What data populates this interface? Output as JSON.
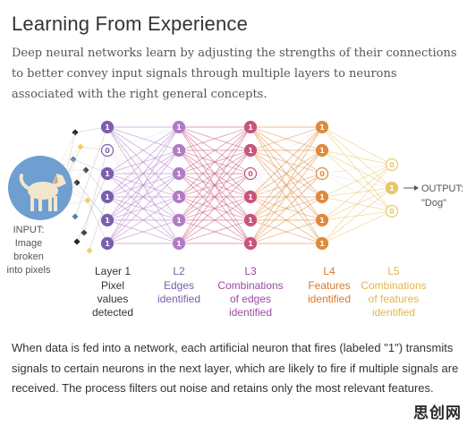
{
  "title": "Learning From Experience",
  "intro": "Deep neural networks learn by adjusting the strengths of their connections to better convey input signals through multiple layers to neurons associated with the right general concepts.",
  "input_label": [
    "INPUT:",
    "Image",
    "broken",
    "into pixels"
  ],
  "output_label": [
    "OUTPUT:",
    "\"Dog\""
  ],
  "layers": [
    {
      "name": "Layer 1",
      "desc": [
        "Pixel",
        "values",
        "detected"
      ],
      "color": "#7b5fae",
      "label_color": "#333333",
      "states": [
        "1",
        "0",
        "1",
        "1",
        "1",
        "1"
      ]
    },
    {
      "name": "L2",
      "desc": [
        "Edges",
        "identified"
      ],
      "color": "#b07cc6",
      "label_color": "#7a60a8",
      "states": [
        "1",
        "1",
        "1",
        "1",
        "1",
        "1"
      ]
    },
    {
      "name": "L3",
      "desc": [
        "Combinations",
        "of edges",
        "identified"
      ],
      "color": "#c9557c",
      "label_color": "#9c4a9c",
      "states": [
        "1",
        "1",
        "0",
        "1",
        "1",
        "1"
      ]
    },
    {
      "name": "L4",
      "desc": [
        "Features",
        "identified"
      ],
      "color": "#e08a3c",
      "label_color": "#d77a2e",
      "states": [
        "1",
        "1",
        "0",
        "1",
        "1",
        "1"
      ]
    },
    {
      "name": "L5",
      "desc": [
        "Combinations",
        "of features",
        "identified"
      ],
      "color": "#e8c66a",
      "label_color": "#e0b84a",
      "states": [
        "0",
        "1",
        "0"
      ]
    }
  ],
  "caption": "When data is fed into a network, each artificial neuron that fires (labeled \"1\") transmits signals to certain neurons in the next layer, which are likely to fire if multiple signals are received. The process filters out noise and retains only the most relevant features.",
  "watermark": "思创网",
  "colors": {
    "dog_circle": "#6f9fd0",
    "dog_body": "#f2e6cc",
    "edge": "#bbbbbb"
  }
}
